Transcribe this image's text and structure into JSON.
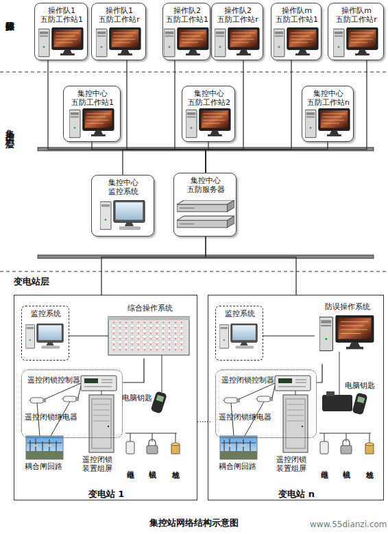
{
  "diagram": {
    "caption": "集控站网络结构示意图",
    "nodes": [
      {
        "text": [
          "操作队1 五防工作站1"
        ]
      },
      {
        "text": [
          "操作队1 五防工作站r"
        ]
      },
      {
        "text": [
          "操作队2 五防工作站1"
        ]
      },
      {
        "text": [
          "操作队2 五防工作站r"
        ]
      },
      {
        "text": [
          "操作队m 五防工作站1"
        ]
      },
      {
        "text": [
          "操作队m 五防工作站r"
        ]
      },
      {
        "text": [
          "集控中心 五防工作站1"
        ]
      },
      {
        "text": [
          "集控中心 五防工作站2"
        ]
      },
      {
        "text": [
          "集控中心 五防工作站n"
        ]
      },
      {
        "text": [
          "集控中心 监控系统"
        ]
      },
      {
        "text": [
          "集控中心 五防服务器"
        ]
      },
      {
        "text": [
          "变电站 1"
        ]
      },
      {
        "text": [
          "监控系统"
        ],
        "in": 11
      },
      {
        "text": [
          "综合操作系统"
        ],
        "in": 11
      },
      {
        "text": [
          "遥控闭锁控制器",
          "遥控闭锁继电器"
        ],
        "in": 11
      },
      {
        "text": [
          "变电站 n"
        ]
      },
      {
        "text": [
          "监控系统"
        ],
        "in": 15
      },
      {
        "text": [
          "防误操作系统"
        ],
        "in": 15
      },
      {
        "text": [
          "遥控闭锁控制器",
          "遥控闭锁继电器"
        ],
        "in": 15
      }
    ],
    "edges": [
      {
        "from": 0,
        "to": 10,
        "arrow": "none"
      },
      {
        "from": 1,
        "to": 10,
        "arrow": "none"
      },
      {
        "from": 2,
        "to": 10,
        "arrow": "none"
      },
      {
        "from": 3,
        "to": 10,
        "arrow": "none"
      },
      {
        "from": 4,
        "to": 10,
        "arrow": "none"
      },
      {
        "from": 5,
        "to": 10,
        "arrow": "none"
      },
      {
        "from": 6,
        "to": 10,
        "arrow": "none"
      },
      {
        "from": 7,
        "to": 10,
        "arrow": "none"
      },
      {
        "from": 8,
        "to": 10,
        "arrow": "none"
      },
      {
        "from": 9,
        "to": 10,
        "arrow": "none"
      },
      {
        "from": 10,
        "to": 11,
        "arrow": "none"
      },
      {
        "from": 10,
        "to": 15,
        "arrow": "none"
      },
      {
        "from": 12,
        "to": 13,
        "arrow": "none"
      },
      {
        "from": 13,
        "to": 14,
        "arrow": "none"
      },
      {
        "from": 16,
        "to": 17,
        "arrow": "none"
      },
      {
        "from": 17,
        "to": 18,
        "arrow": "none"
      }
    ],
    "labels": [
      "操作队层",
      "集控中心层",
      "变电站层",
      "耦合闸回路",
      "遥控闭锁 装置组屏",
      "电脑钥匙",
      "继电器",
      "机械锁",
      "地线桩",
      "......",
      "耦合闸回路",
      "遥控闭锁 装置组屏",
      "电脑钥匙",
      "继电器",
      "机械锁",
      "地线桩",
      "www.55dianzi.com"
    ]
  }
}
